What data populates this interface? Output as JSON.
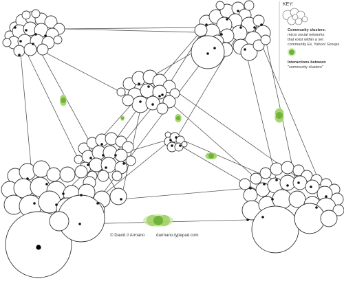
{
  "key": {
    "title": "KEY:",
    "community_label": "Community clusters:",
    "community_desc_1": "micro social networks",
    "community_desc_2": "that exist within a set",
    "community_desc_3": "community Ex. Yahoo! Groups",
    "interaction_label": "Interactions between",
    "interaction_desc": "\"community clusters\""
  },
  "credit": {
    "author": "© David // Armano",
    "site": "darmano.typepad.com"
  },
  "colors": {
    "line": "#555555",
    "circle_stroke": "#333333",
    "node": "#111111",
    "interaction_light": "#c9e4a4",
    "interaction_mid": "#9bcf5e",
    "interaction_dark": "#6fb33a"
  },
  "clusters": [
    {
      "name": "top-left-cluster"
    },
    {
      "name": "top-right-cluster"
    },
    {
      "name": "center-cluster"
    },
    {
      "name": "small-center-cluster"
    },
    {
      "name": "mid-left-cluster"
    },
    {
      "name": "bottom-left-cluster"
    },
    {
      "name": "bottom-right-cluster"
    }
  ]
}
